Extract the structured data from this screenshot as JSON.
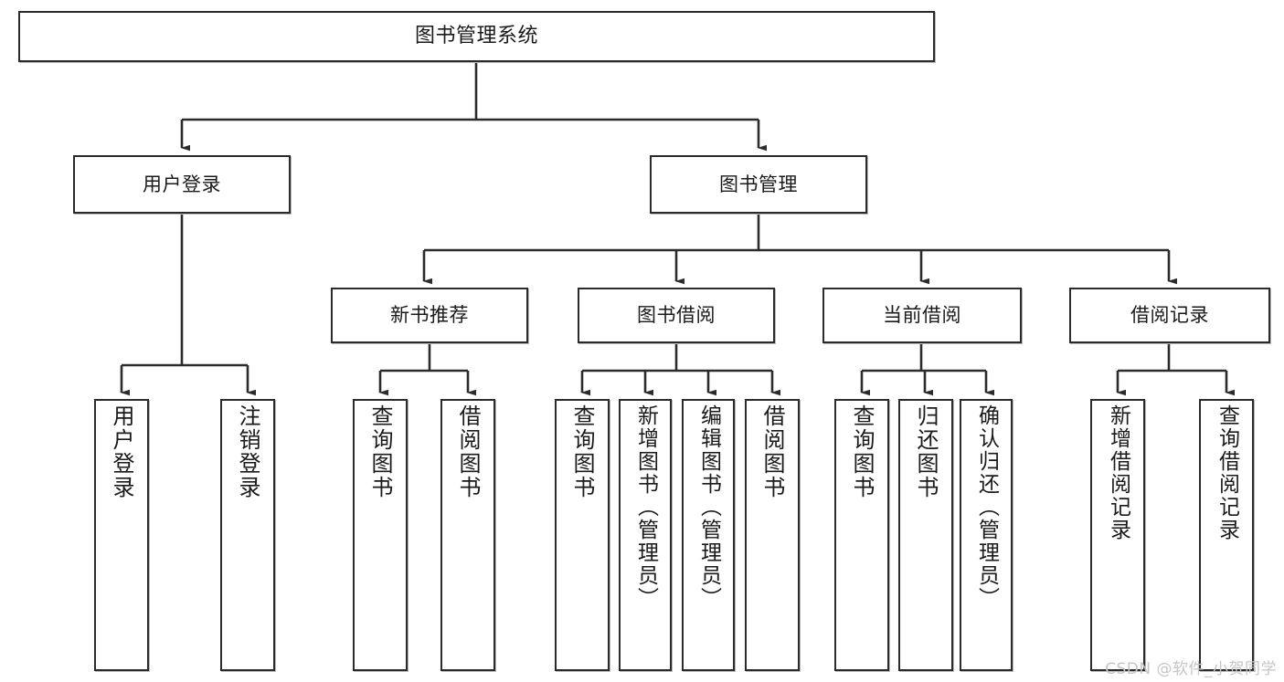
{
  "diagram": {
    "type": "hierarchy-tree",
    "title": "图书管理系统",
    "levels": 4,
    "colors": {
      "box_border": "#2b2b2b",
      "box_fill": "#ffffff",
      "connector": "#2b2b2b",
      "text": "#1a1a1a",
      "watermark": "#c6c6c6"
    },
    "root": {
      "id": "root",
      "label": "图书管理系统"
    },
    "level2": [
      {
        "id": "user-login",
        "label": "用户登录"
      },
      {
        "id": "book-manage",
        "label": "图书管理"
      }
    ],
    "level3": [
      {
        "id": "new-book-recommend",
        "label": "新书推荐",
        "parent": "book-manage"
      },
      {
        "id": "book-borrow",
        "label": "图书借阅",
        "parent": "book-manage"
      },
      {
        "id": "current-borrow",
        "label": "当前借阅",
        "parent": "book-manage"
      },
      {
        "id": "borrow-record",
        "label": "借阅记录",
        "parent": "book-manage"
      }
    ],
    "leaves": [
      {
        "id": "leaf-user-login",
        "label": "用户登录",
        "parent": "user-login"
      },
      {
        "id": "leaf-logout",
        "label": "注销登录",
        "parent": "user-login"
      },
      {
        "id": "leaf-query-book-1",
        "label": "查询图书",
        "parent": "new-book-recommend"
      },
      {
        "id": "leaf-borrow-book-1",
        "label": "借阅图书",
        "parent": "new-book-recommend"
      },
      {
        "id": "leaf-query-book-2",
        "label": "查询图书",
        "parent": "book-borrow"
      },
      {
        "id": "leaf-add-book",
        "label": "新增图书（管理员）",
        "parent": "book-borrow"
      },
      {
        "id": "leaf-edit-book",
        "label": "编辑图书（管理员）",
        "parent": "book-borrow"
      },
      {
        "id": "leaf-borrow-book-2",
        "label": "借阅图书",
        "parent": "book-borrow"
      },
      {
        "id": "leaf-query-book-3",
        "label": "查询图书",
        "parent": "current-borrow"
      },
      {
        "id": "leaf-return-book",
        "label": "归还图书",
        "parent": "current-borrow"
      },
      {
        "id": "leaf-confirm-return",
        "label": "确认归还（管理员）",
        "parent": "current-borrow"
      },
      {
        "id": "leaf-add-record",
        "label": "新增借阅记录",
        "parent": "borrow-record"
      },
      {
        "id": "leaf-query-record",
        "label": "查询借阅记录",
        "parent": "borrow-record"
      }
    ],
    "watermark": "CSDN @软件_小贺同学"
  }
}
